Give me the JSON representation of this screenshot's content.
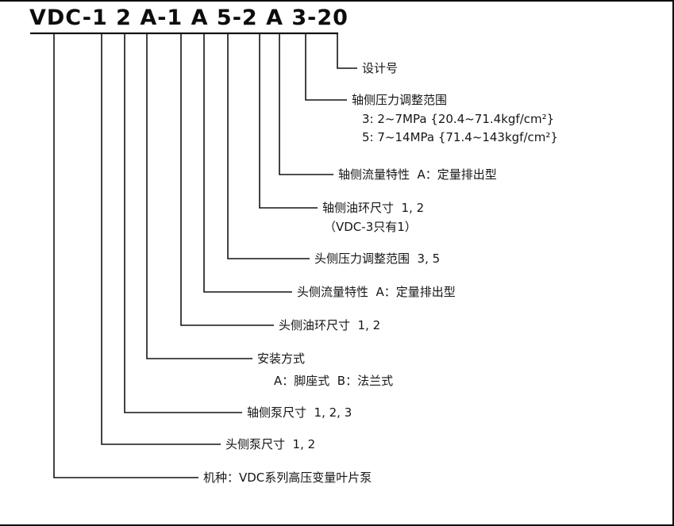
{
  "code": "VDC-1 2 A-1 A 5-2 A 3-20",
  "legend": {
    "design_number": "设计号",
    "axis_pressure": {
      "title": "轴侧压力调整范围",
      "option_3": "3: 2~7MPa {20.4~71.4kgf/cm²}",
      "option_5": "5: 7~14MPa {71.4~143kgf/cm²}"
    },
    "axis_flow": "轴侧流量特性  A：定量排出型",
    "axis_oil_ring": {
      "title": "轴侧油环尺寸  1, 2",
      "note": "（VDC-3只有1）"
    },
    "head_pressure": "头侧压力调整范围  3, 5",
    "head_flow": "头侧流量特性  A：定量排出型",
    "head_oil_ring": "头侧油环尺寸  1, 2",
    "mounting": {
      "title": "安装方式",
      "options": "A：脚座式  B：法兰式"
    },
    "axis_pump_size": "轴侧泵尺寸  1, 2, 3",
    "head_pump_size": "头侧泵尺寸  1, 2",
    "model": "机种：VDC系列高压变量叶片泵"
  }
}
